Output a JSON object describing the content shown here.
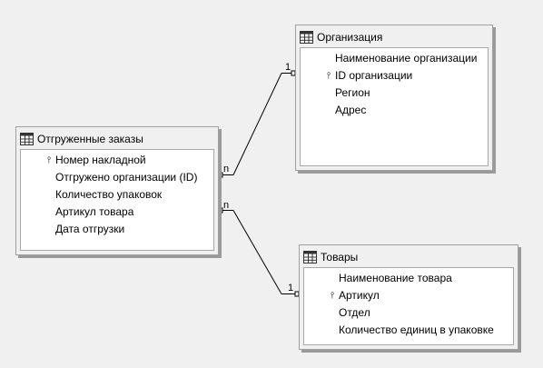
{
  "tables": {
    "organization": {
      "title": "Организация",
      "icon": "table-icon",
      "fields": [
        {
          "name": "Наименование организации",
          "key": false
        },
        {
          "name": "ID организации",
          "key": true
        },
        {
          "name": "Регион",
          "key": false
        },
        {
          "name": "Адрес",
          "key": false
        }
      ]
    },
    "orders": {
      "title": "Отгруженные заказы",
      "icon": "table-icon",
      "fields": [
        {
          "name": "Номер накладной",
          "key": true
        },
        {
          "name": "Отгружено организации (ID)",
          "key": false
        },
        {
          "name": "Количество упаковок",
          "key": false
        },
        {
          "name": "Артикул товара",
          "key": false
        },
        {
          "name": "Дата отгрузки",
          "key": false
        }
      ]
    },
    "goods": {
      "title": "Товары",
      "icon": "table-icon",
      "fields": [
        {
          "name": "Наименование товара",
          "key": false
        },
        {
          "name": "Артикул",
          "key": true
        },
        {
          "name": "Отдел",
          "key": false
        },
        {
          "name": "Количество единиц в упаковке",
          "key": false
        }
      ]
    }
  },
  "relations": [
    {
      "from": "orders.Отгружено организации (ID)",
      "to": "organization.ID организации",
      "from_card": "n",
      "to_card": "1"
    },
    {
      "from": "orders.Артикул товара",
      "to": "goods.Артикул",
      "from_card": "n",
      "to_card": "1"
    }
  ],
  "key_icon": "key-icon"
}
